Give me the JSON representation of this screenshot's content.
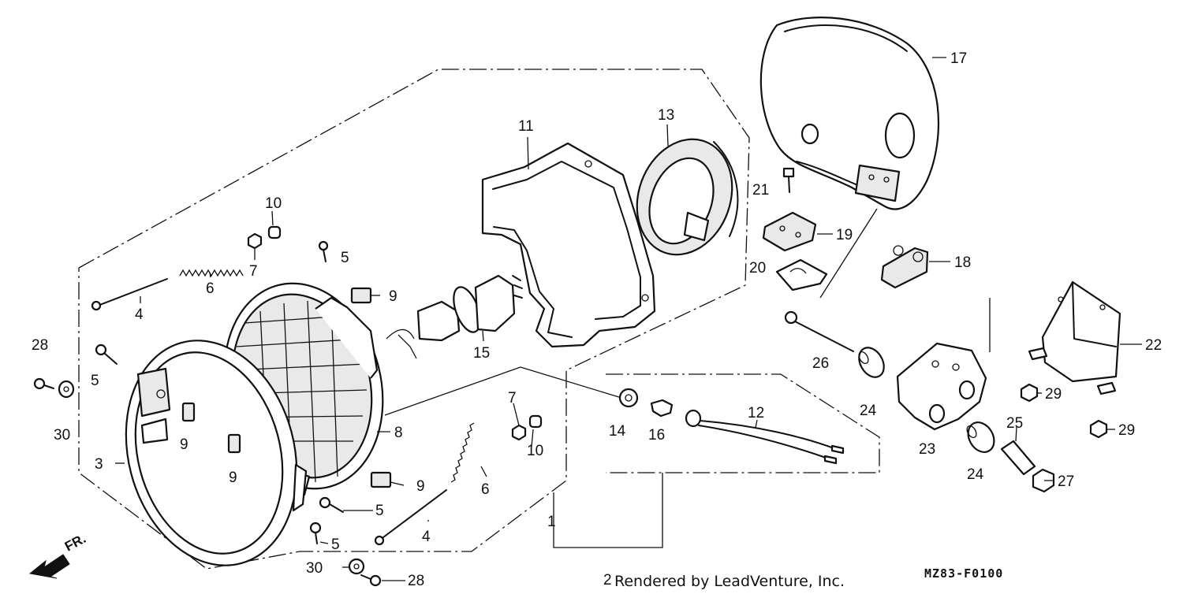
{
  "diagram": {
    "callouts": {
      "c1": "1",
      "c2": "2",
      "c3": "3",
      "c4a": "4",
      "c4b": "4",
      "c5a": "5",
      "c5b": "5",
      "c5c": "5",
      "c5d": "5",
      "c6a": "6",
      "c6b": "6",
      "c7a": "7",
      "c7b": "7",
      "c8": "8",
      "c9a": "9",
      "c9b": "9",
      "c9c": "9",
      "c9d": "9",
      "c10a": "10",
      "c10b": "10",
      "c11": "11",
      "c12": "12",
      "c13": "13",
      "c14": "14",
      "c15": "15",
      "c16": "16",
      "c17": "17",
      "c18": "18",
      "c19": "19",
      "c20": "20",
      "c21": "21",
      "c22": "22",
      "c23": "23",
      "c24a": "24",
      "c24b": "24",
      "c25": "25",
      "c26": "26",
      "c27": "27",
      "c28a": "28",
      "c28b": "28",
      "c29a": "29",
      "c29b": "29",
      "c30a": "30",
      "c30b": "30"
    },
    "front_label": "FR.",
    "credit": "Rendered by LeadVenture, Inc.",
    "diagram_code": "MZ83-F0100"
  }
}
